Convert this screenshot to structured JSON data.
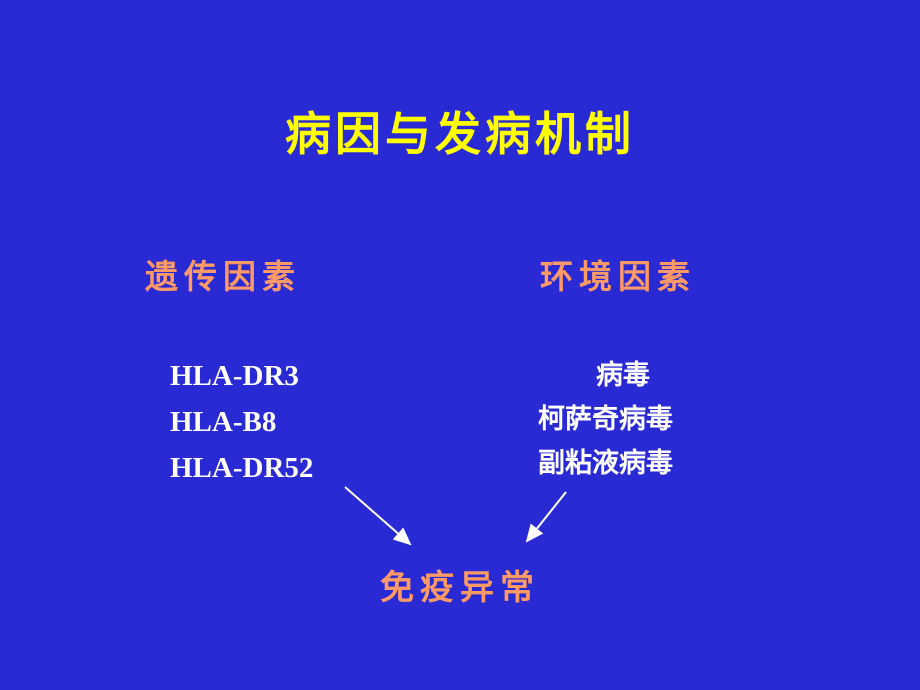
{
  "slide": {
    "title": "病因与发病机制",
    "columns": [
      {
        "header": "遗传因素",
        "items": [
          "HLA-DR3",
          "HLA-B8",
          "HLA-DR52"
        ]
      },
      {
        "header": "环境因素",
        "items": [
          "病毒",
          "柯萨奇病毒",
          "副粘液病毒"
        ]
      }
    ],
    "conclusion": "免疫异常",
    "colors": {
      "background": "#2a2ad4",
      "title": "#ffff00",
      "column_header": "#ff9966",
      "body_text": "#ffffff",
      "conclusion": "#ff9966",
      "arrow": "#ffffff"
    }
  }
}
